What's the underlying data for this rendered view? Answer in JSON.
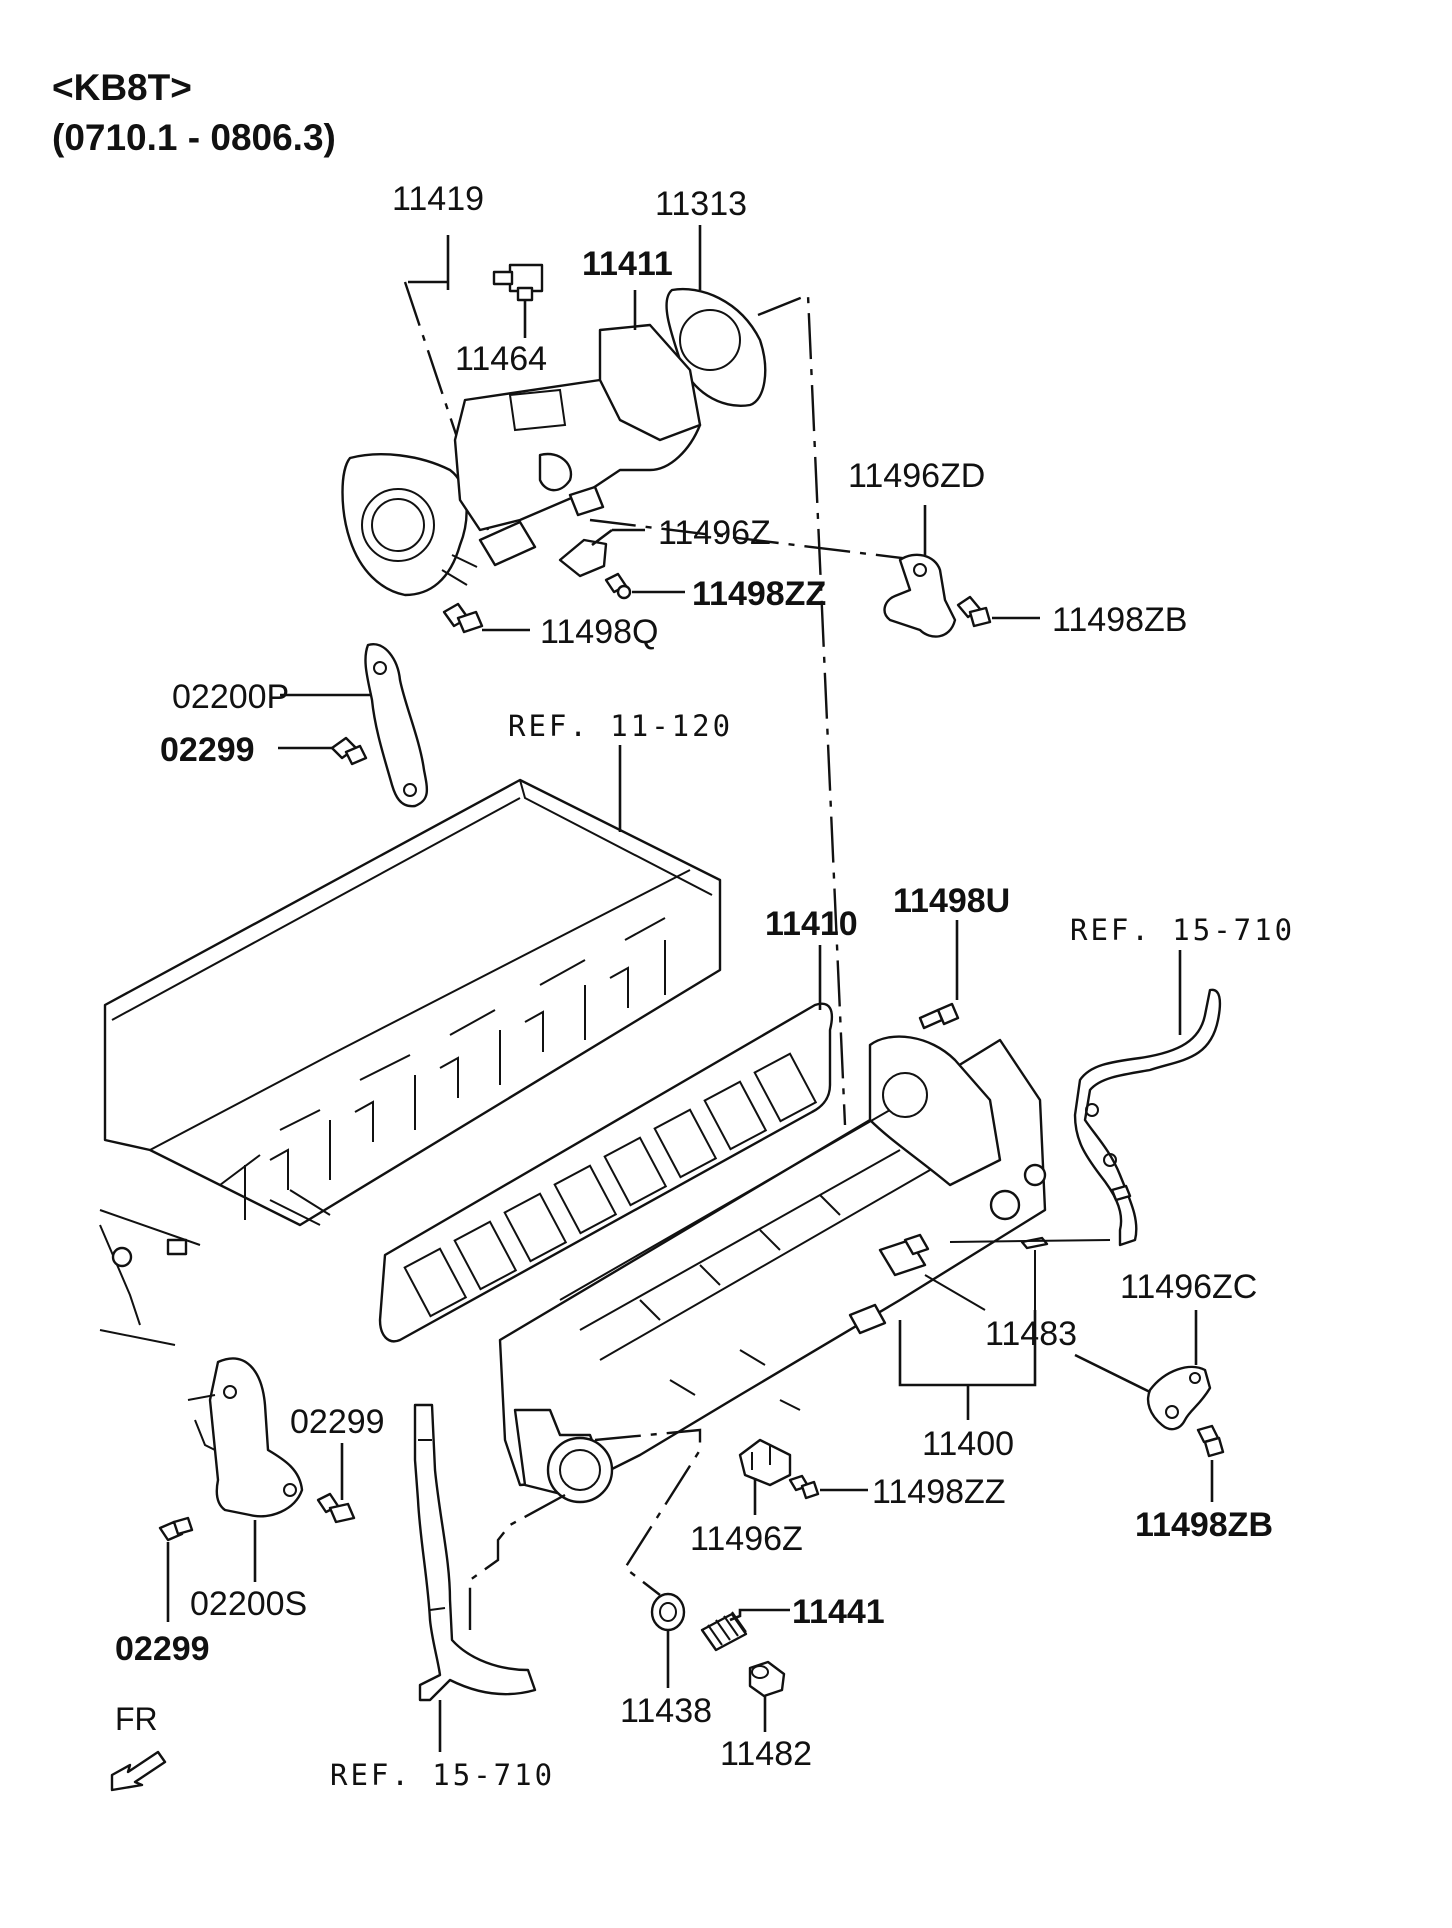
{
  "header": {
    "model": "<KB8T>",
    "date_range": "(0710.1 - 0806.3)"
  },
  "labels": {
    "p11419": "11419",
    "p11313": "11313",
    "p11411": "11411",
    "p11464": "11464",
    "p11496zd": "11496ZD",
    "p11496z_top": "11496Z",
    "p11498zz_top": "11498ZZ",
    "p11498zb_top": "11498ZB",
    "p11498q": "11498Q",
    "p02200p": "02200P",
    "p02299_a": "02299",
    "ref_11_120": "REF. 11-120",
    "p11410": "11410",
    "p11498u": "11498U",
    "ref_15_710_top": "REF. 15-710",
    "p11496zc": "11496ZC",
    "p11483": "11483",
    "p11400": "11400",
    "p11498zb_bottom": "11498ZB",
    "p02299_b": "02299",
    "p02200s": "02200S",
    "p02299_c": "02299",
    "p11498zz_bottom": "11498ZZ",
    "p11496z_bottom": "11496Z",
    "p11441": "11441",
    "p11438": "11438",
    "p11482": "11482",
    "ref_15_710_bottom": "REF. 15-710",
    "fr": "FR"
  }
}
